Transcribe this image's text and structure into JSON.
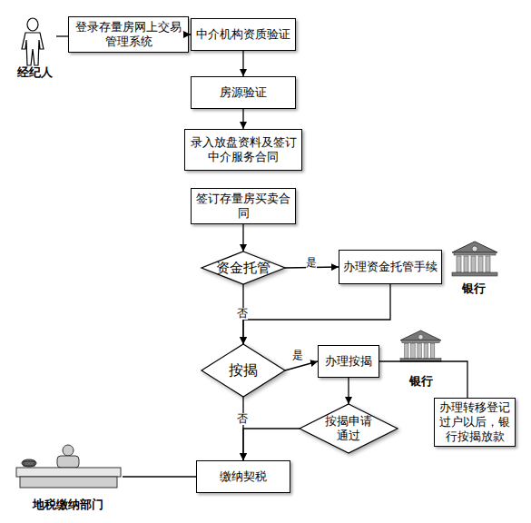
{
  "diagram": {
    "nodes": [
      {
        "text": [
          "经纪人"
        ]
      },
      {
        "text": [
          "登录存量房网上交易管理系统"
        ]
      },
      {
        "text": [
          "中介机构资质验证"
        ]
      },
      {
        "text": [
          "房源验证"
        ]
      },
      {
        "text": [
          "录入放盘资料及签订中介服务合同"
        ]
      },
      {
        "text": [
          "签订存量房买卖合同"
        ]
      },
      {
        "text": [
          "资金托管"
        ]
      },
      {
        "text": [
          "办理资金托管手续"
        ]
      },
      {
        "text": [
          "银行"
        ]
      },
      {
        "text": [
          "按揭"
        ]
      },
      {
        "text": [
          "办理按揭"
        ]
      },
      {
        "text": [
          "银行"
        ]
      },
      {
        "text": [
          "办理转移登记过户以后，银行按揭放款"
        ]
      },
      {
        "text": [
          "按揭申请通过"
        ]
      },
      {
        "text": [
          "缴纳契税"
        ]
      },
      {
        "text": [
          "地税缴纳部门"
        ]
      }
    ],
    "edges": [
      {
        "from": 0,
        "to": 1,
        "arrow": "none"
      },
      {
        "from": 1,
        "to": 2,
        "arrow": "to"
      },
      {
        "from": 2,
        "to": 3,
        "arrow": "to"
      },
      {
        "from": 3,
        "to": 4,
        "arrow": "to"
      },
      {
        "from": 5,
        "to": 6,
        "arrow": "to"
      },
      {
        "from": 6,
        "to": 7,
        "label": "是",
        "arrow": "to"
      },
      {
        "from": 6,
        "to": 9,
        "label": "否",
        "arrow": "to"
      },
      {
        "from": 7,
        "to": 9,
        "arrow": "to"
      },
      {
        "from": 9,
        "to": 10,
        "label": "是",
        "arrow": "to"
      },
      {
        "from": 10,
        "to": 13,
        "arrow": "to"
      },
      {
        "from": 10,
        "to": 12,
        "arrow": "none"
      },
      {
        "from": 9,
        "to": 14,
        "label": "否",
        "arrow": "to"
      },
      {
        "from": 13,
        "to": 14,
        "arrow": "to"
      },
      {
        "from": 14,
        "to": 15,
        "arrow": "none"
      }
    ]
  }
}
